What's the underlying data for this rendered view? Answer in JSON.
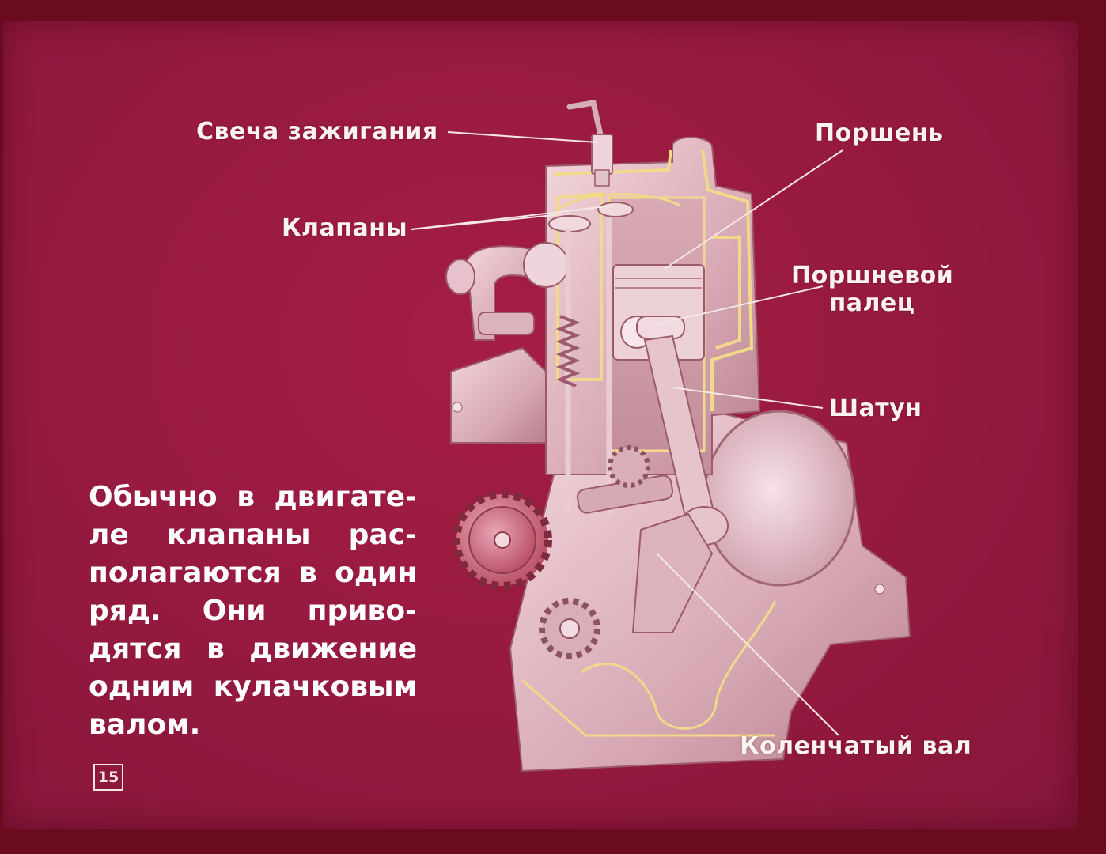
{
  "labels": {
    "spark_plug": "Свеча зажигания",
    "valves": "Клапаны",
    "piston": "Поршень",
    "piston_pin_line1": "Поршневой",
    "piston_pin_line2": "палец",
    "connecting_rod": "Шатун",
    "crankshaft": "Коленчатый вал"
  },
  "caption": {
    "lines": [
      "Обычно в двигате-",
      "ле клапаны рас-",
      "полагаются в один",
      "ряд. Они приво-",
      "дятся в движение",
      "одним кулачковым",
      "валом."
    ]
  },
  "slide_number": "15",
  "colors": {
    "background": "#981a40",
    "frame": "#6a0c1d",
    "engine_body": "#e8c6cf",
    "engine_cut": "#f1d98a",
    "text": "#fbf3ee"
  }
}
